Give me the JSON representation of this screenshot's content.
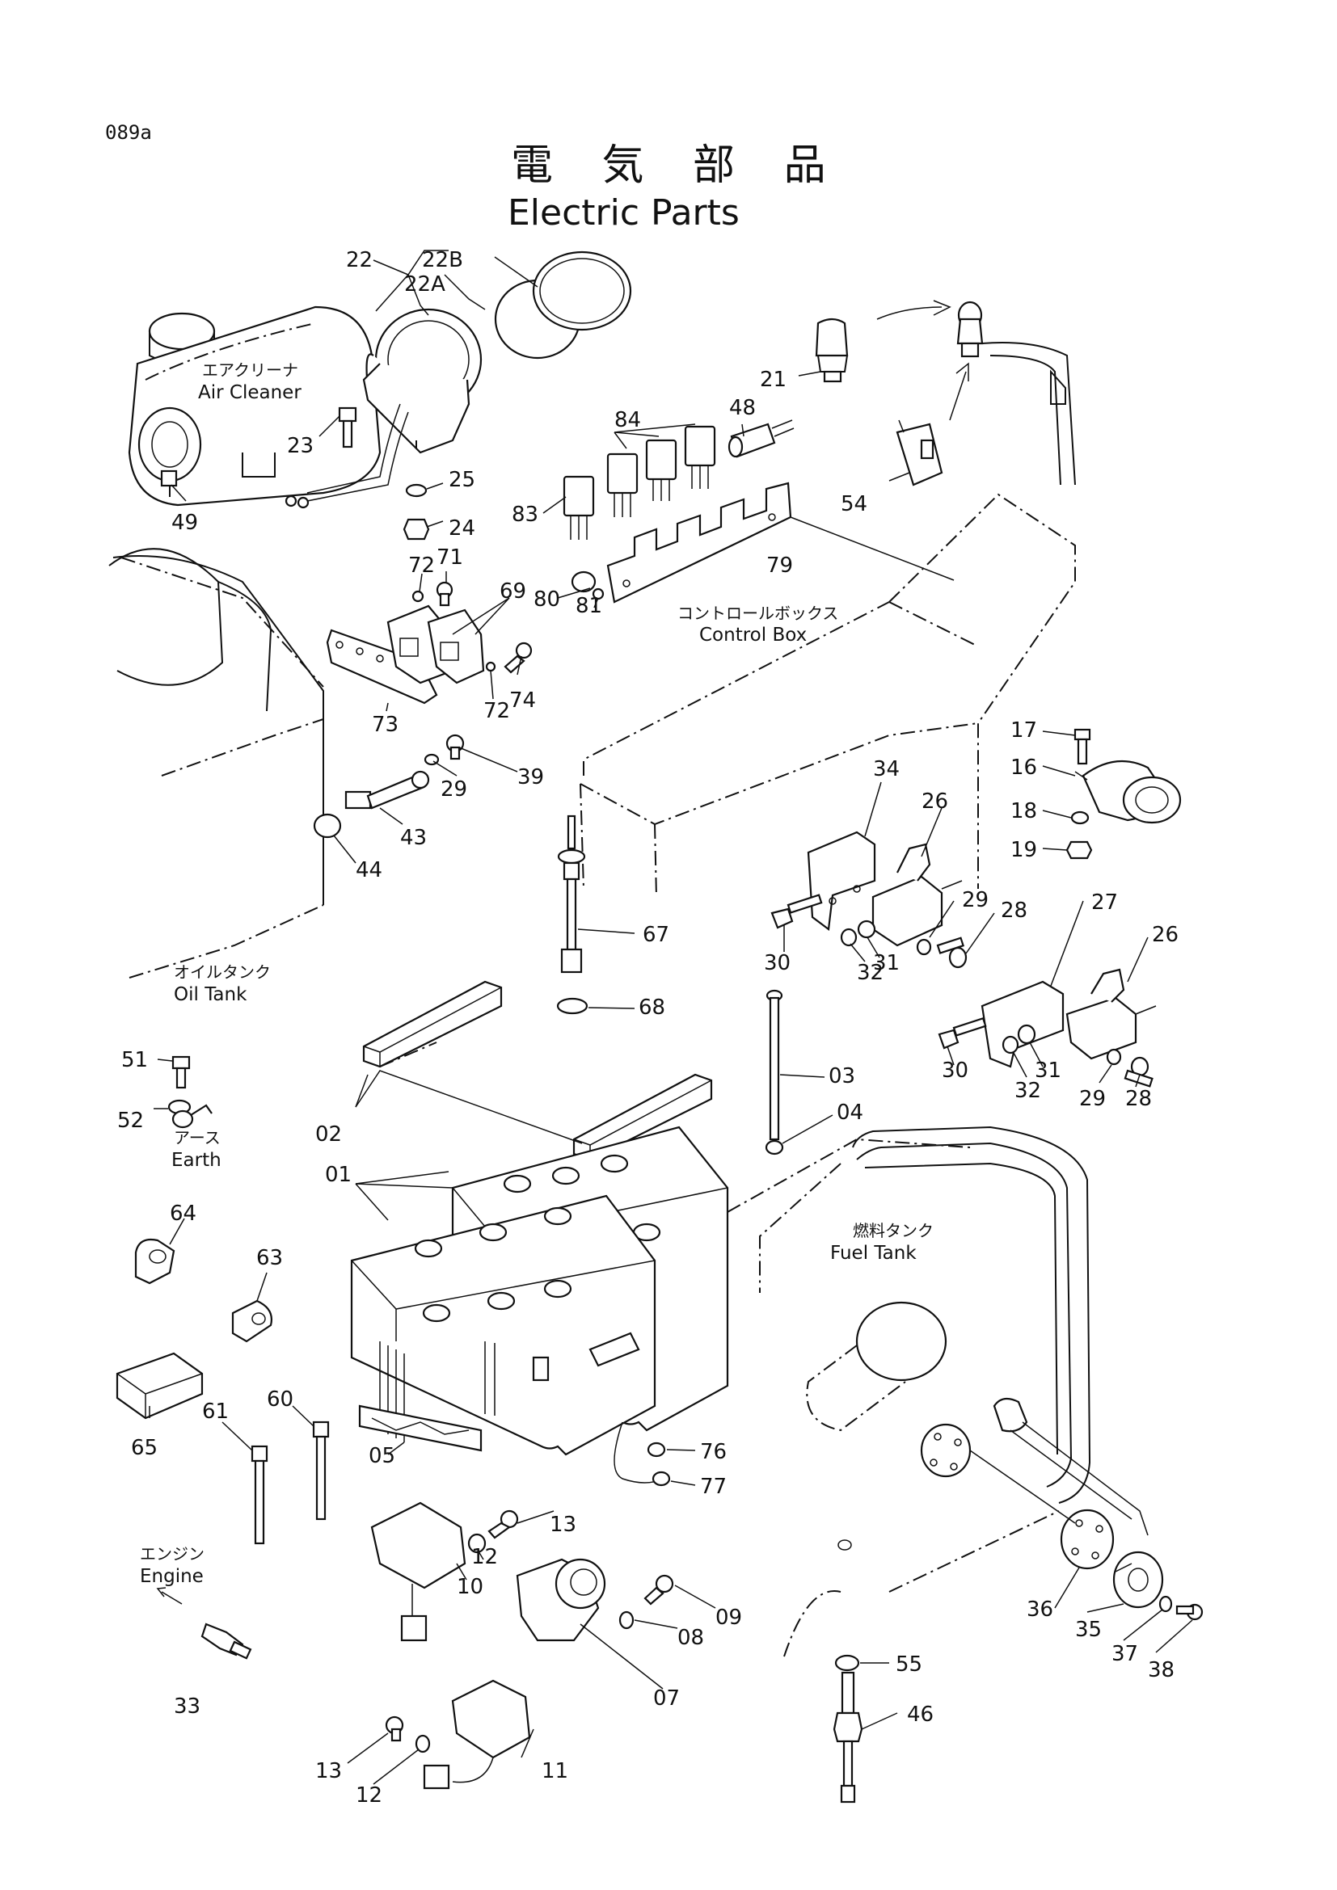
{
  "sheet": {
    "code": "089a",
    "title_jp": "電 気 部 品",
    "title_en": "Electric Parts"
  },
  "labels": {
    "air_cleaner_jp": "エアクリーナ",
    "air_cleaner_en": "Air Cleaner",
    "control_box_jp": "コントロールボックス",
    "control_box_en": "Control Box",
    "oil_tank_jp": "オイルタンク",
    "oil_tank_en": "Oil Tank",
    "earth_jp": "アース",
    "earth_en": "Earth",
    "fuel_tank_jp": "燃料タンク",
    "fuel_tank_en": "Fuel Tank",
    "engine_jp": "エンジン",
    "engine_en": "Engine"
  },
  "callouts": [
    "22",
    "22B",
    "22A",
    "23",
    "25",
    "24",
    "49",
    "21",
    "48",
    "84",
    "83",
    "54",
    "72",
    "71",
    "69",
    "80",
    "81",
    "79",
    "73",
    "72",
    "74",
    "39",
    "29",
    "43",
    "44",
    "34",
    "26",
    "17",
    "16",
    "18",
    "19",
    "67",
    "29",
    "28",
    "30",
    "32",
    "31",
    "27",
    "26",
    "68",
    "51",
    "52",
    "03",
    "04",
    "02",
    "30",
    "32",
    "31",
    "29",
    "28",
    "01",
    "64",
    "63",
    "65",
    "61",
    "60",
    "05",
    "76",
    "77",
    "13",
    "12",
    "10",
    "09",
    "08",
    "07",
    "55",
    "46",
    "36",
    "35",
    "37",
    "38",
    "33",
    "13",
    "12",
    "11"
  ]
}
